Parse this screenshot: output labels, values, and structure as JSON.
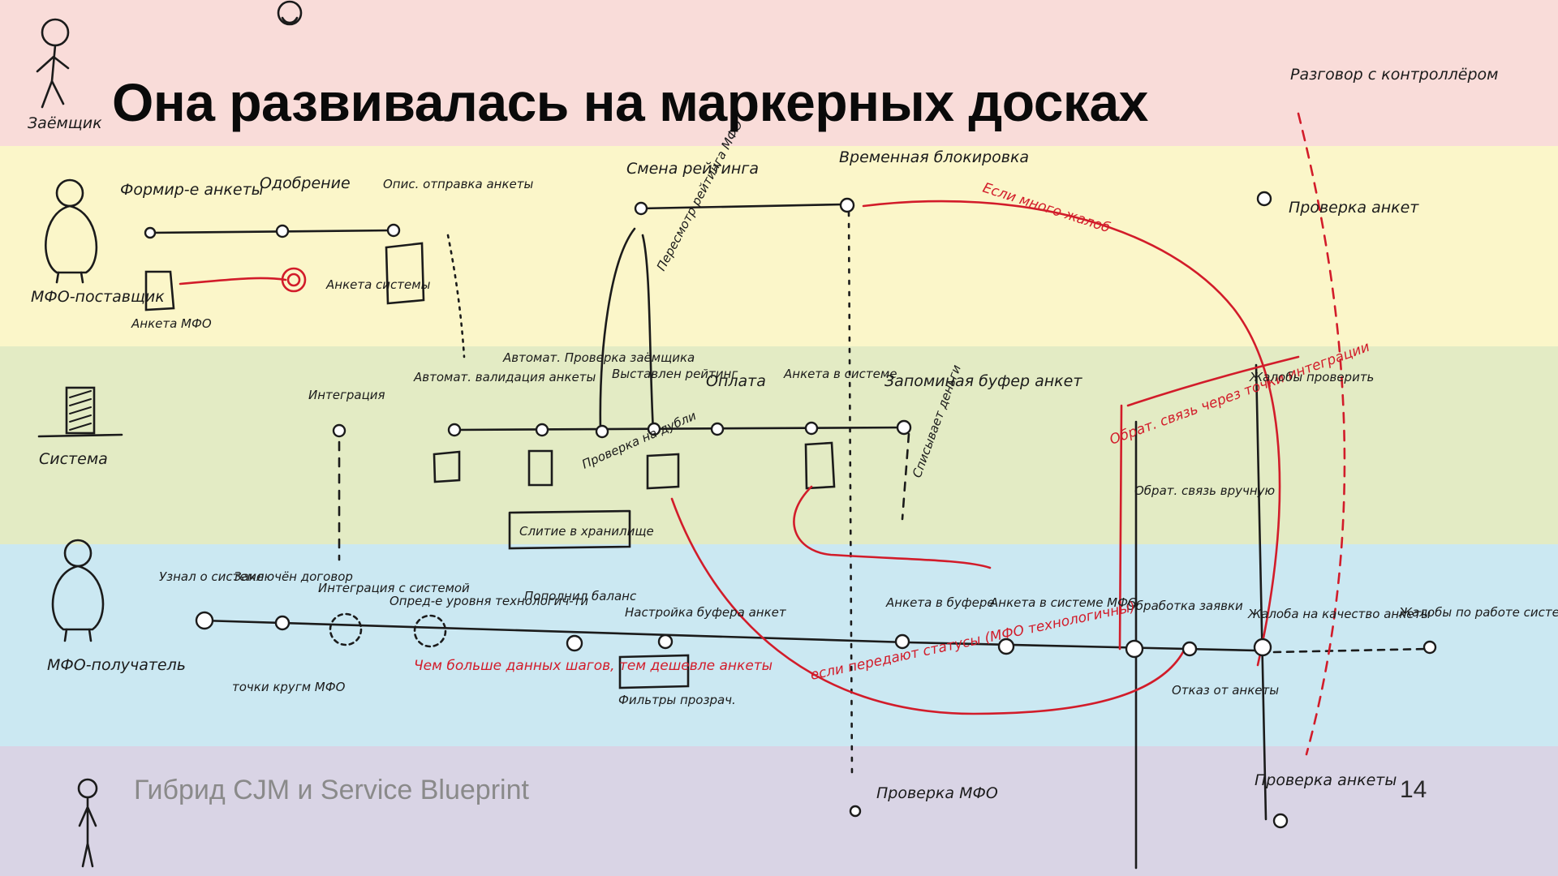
{
  "slide": {
    "title": "Она развивалась на маркерных досках",
    "footer": "Гибрид CJM и Service Blueprint",
    "page_number": "14"
  },
  "colors": {
    "pink": "#f9dcd9",
    "yellow": "#fbf6c9",
    "green": "#e3ebc4",
    "blue": "#cbe8f2",
    "purple": "#d9d4e5",
    "marker_black": "#1b1b1b",
    "marker_red": "#d21c2a"
  },
  "lanes": {
    "borrower": "Заёмщик",
    "mfo_supplier": "МФО-поставщик",
    "system": "Система",
    "mfo_receiver": "МФО-получатель",
    "controller": "Разговор с контроллёром"
  },
  "sketch": {
    "supplier": {
      "steps": [
        "Формир-е анкеты",
        "Одобрение",
        "Опис. отправка анкеты"
      ],
      "anketa_mfo": "Анкета МФО",
      "anketa_system": "Анкета системы"
    },
    "rating": {
      "change": "Смена рейтинга",
      "recheck": "Пересмотр рейтинга МФО",
      "temp_block": "Временная блокировка",
      "many_complaints": "Если много жалоб",
      "check_forms": "Проверка анкет"
    },
    "system": {
      "steps": [
        "Интеграция",
        "Автомат. валидация анкеты",
        "Автомат. Проверка заёмщика",
        "Выставлен рейтинг",
        "Оплата",
        "Анкета в системе",
        "Запоминая буфер анкет"
      ],
      "check_sub": "Проверка на дубли",
      "merge": "Слитие в хранилище",
      "feedback": "Обрат. связь через точки интеграции",
      "feedback_manual": "Обрат. связь вручную",
      "complaints_check": "Жалобы проверить",
      "write_off": "Списывает деньги"
    },
    "receiver": {
      "steps": [
        "Узнал о системе",
        "Заключён договор",
        "Интеграция с системой",
        "Опред-е уровня технологич-ти",
        "Пополнил баланс",
        "Настройка буфера анкет",
        "Анкета в буфере",
        "Анкета в системе МФО",
        "Обработка заявки",
        "Жалоба на качество анкеты",
        "Жалобы по работе системы"
      ],
      "touch_points": "точки кругм МФО",
      "more_steps": "Чем больше данных шагов, тем дешевле анкеты",
      "filters": "Фильтры прозрач.",
      "refusal": "Отказ от анкеты",
      "statuses": "если передают статусы (МФО технологичны)"
    },
    "bottom": {
      "check_mfo": "Проверка МФО",
      "check_form": "Проверка анкеты"
    }
  }
}
